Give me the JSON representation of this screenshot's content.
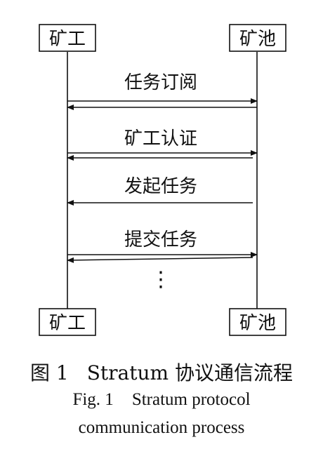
{
  "diagram": {
    "participants": [
      {
        "id": "miner",
        "label": "矿工"
      },
      {
        "id": "pool",
        "label": "矿池"
      }
    ],
    "messages": [
      {
        "id": "task-subscribe",
        "label": "任务订阅",
        "arrows": [
          "miner_to_pool",
          "pool_to_miner"
        ]
      },
      {
        "id": "miner-auth",
        "label": "矿工认证",
        "arrows": [
          "miner_to_pool",
          "pool_to_miner"
        ]
      },
      {
        "id": "initiate-task",
        "label": "发起任务",
        "arrows": [
          "pool_to_miner"
        ]
      },
      {
        "id": "submit-task",
        "label": "提交任务",
        "arrows": [
          "miner_to_pool",
          "pool_to_miner"
        ]
      }
    ],
    "continuation": "⋮"
  },
  "caption": {
    "cn_fig": "图 1",
    "cn_text": "Stratum 协议通信流程",
    "en_fig": "Fig. 1",
    "en_line1": "Stratum protocol",
    "en_line2": "communication process"
  },
  "colors": {
    "ink": "#111111",
    "background": "#ffffff"
  }
}
